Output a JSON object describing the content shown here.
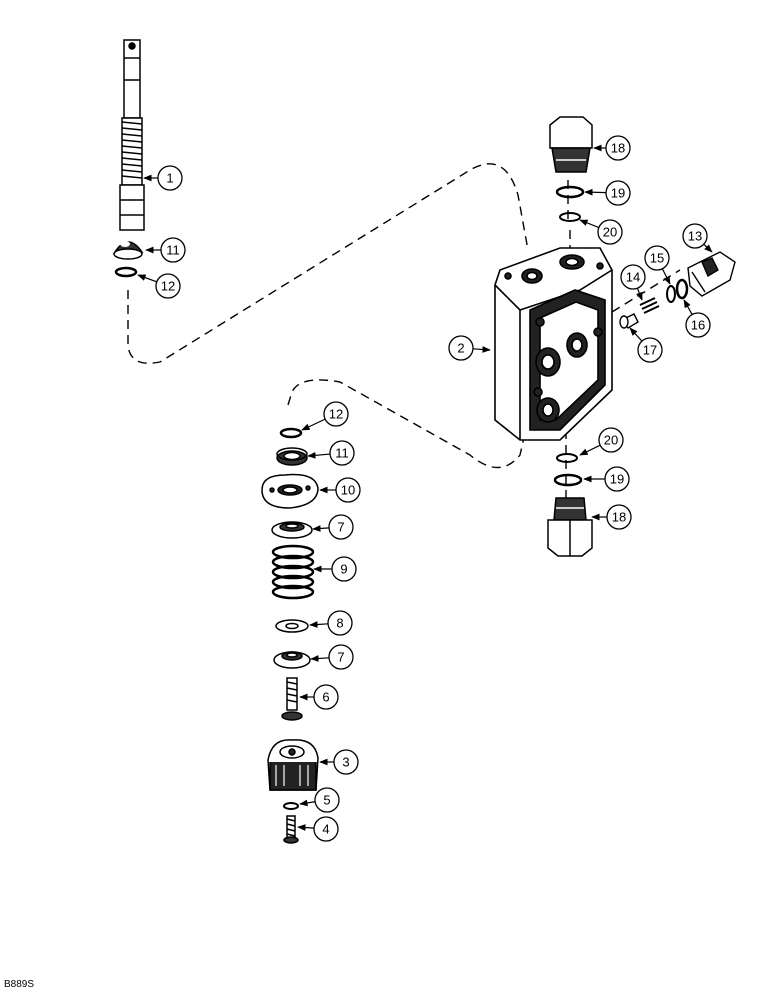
{
  "figure_code": "B889S",
  "callouts": [
    {
      "id": "c1",
      "label": "1"
    },
    {
      "id": "c11a",
      "label": "11"
    },
    {
      "id": "c12a",
      "label": "12"
    },
    {
      "id": "c18a",
      "label": "18"
    },
    {
      "id": "c19a",
      "label": "19"
    },
    {
      "id": "c20a",
      "label": "20"
    },
    {
      "id": "c13",
      "label": "13"
    },
    {
      "id": "c14",
      "label": "14"
    },
    {
      "id": "c15",
      "label": "15"
    },
    {
      "id": "c16",
      "label": "16"
    },
    {
      "id": "c17",
      "label": "17"
    },
    {
      "id": "c2",
      "label": "2"
    },
    {
      "id": "c12b",
      "label": "12"
    },
    {
      "id": "c11b",
      "label": "11"
    },
    {
      "id": "c10",
      "label": "10"
    },
    {
      "id": "c7a",
      "label": "7"
    },
    {
      "id": "c9",
      "label": "9"
    },
    {
      "id": "c8",
      "label": "8"
    },
    {
      "id": "c7b",
      "label": "7"
    },
    {
      "id": "c6",
      "label": "6"
    },
    {
      "id": "c3",
      "label": "3"
    },
    {
      "id": "c5",
      "label": "5"
    },
    {
      "id": "c4",
      "label": "4"
    },
    {
      "id": "c20b",
      "label": "20"
    },
    {
      "id": "c19b",
      "label": "19"
    },
    {
      "id": "c18b",
      "label": "18"
    }
  ]
}
